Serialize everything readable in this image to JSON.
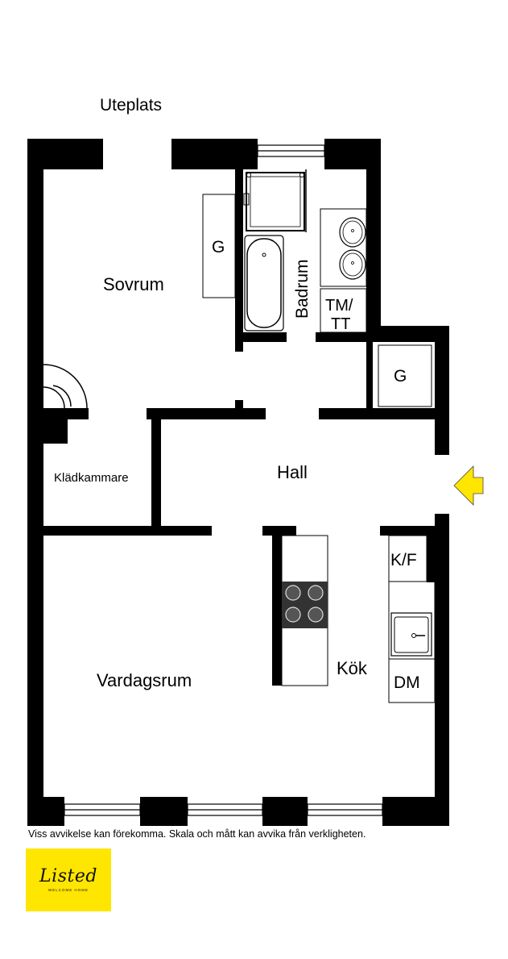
{
  "plan": {
    "outside_label": "Uteplats",
    "rooms": {
      "sovrum": "Sovrum",
      "badrum": "Badrum",
      "hall": "Hall",
      "kladkammare": "Klädkammare",
      "vardagsrum": "Vardagsrum",
      "kok": "Kök"
    },
    "fixtures": {
      "wardrobe_bedroom": "G",
      "wardrobe_hall": "G",
      "tm_line1": "TM/",
      "tm_line2": "TT",
      "kf": "K/F",
      "dm": "DM"
    },
    "entrance_arrow_color": "#ffe600"
  },
  "disclaimer": "Viss avvikelse kan förekomma. Skala och mått kan avvika från verkligheten.",
  "logo": {
    "brand": "Listed",
    "tagline": "WELCOME HOME",
    "background": "#ffe600"
  }
}
